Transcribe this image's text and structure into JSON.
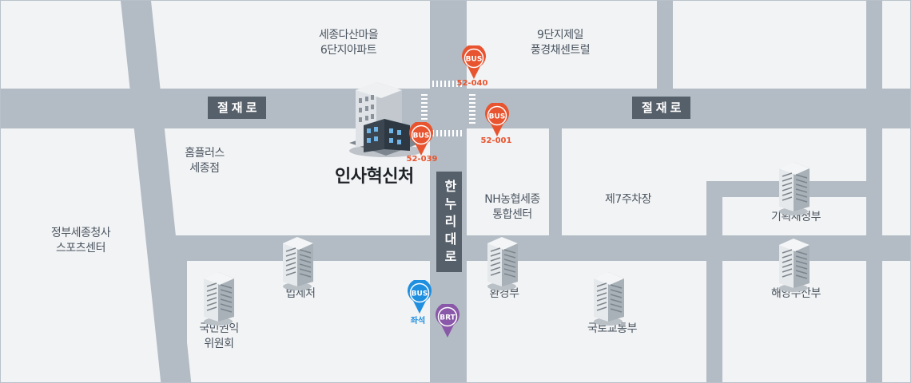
{
  "roads": {
    "jeoljae_left": "절재로",
    "jeoljae_right": "절재로",
    "hannuri": "한누리대로"
  },
  "main_building": {
    "name": "인사혁신처"
  },
  "places": {
    "sejong_dasan": "세종다산마을\n6단지아파트",
    "village9": "9단지제일\n풍경채센트럴",
    "homeplus": "홈플러스\n세종점",
    "nh": "NH농협세종\n통합센터",
    "parking7": "제7주차장",
    "sports_center": "정부세종청사\n스포츠센터",
    "moleg": "법제처",
    "acrc": "국민권익\n위원회",
    "env": "환경부",
    "molit": "국토교통부",
    "finance": "기획재정부",
    "oceans": "해양수산부"
  },
  "bus_stops": [
    {
      "id": "bus-top",
      "label": "BUS",
      "code": "52-040",
      "color": "#e8542f"
    },
    {
      "id": "bus-right",
      "label": "BUS",
      "code": "52-001",
      "color": "#e8542f"
    },
    {
      "id": "bus-main",
      "label": "BUS",
      "code": "52-039",
      "color": "#e8542f"
    },
    {
      "id": "bus-blue",
      "label": "BUS",
      "code": "좌석",
      "color": "#1f8fe0"
    },
    {
      "id": "brt",
      "label": "BRT",
      "code": "",
      "color": "#8a58a8"
    }
  ],
  "colors": {
    "road": "#b3bcc4",
    "block": "#f2f3f5",
    "sign": "#56606a"
  },
  "icons": [
    "building-icon",
    "bus-stop-pin-icon",
    "brt-pin-icon"
  ]
}
